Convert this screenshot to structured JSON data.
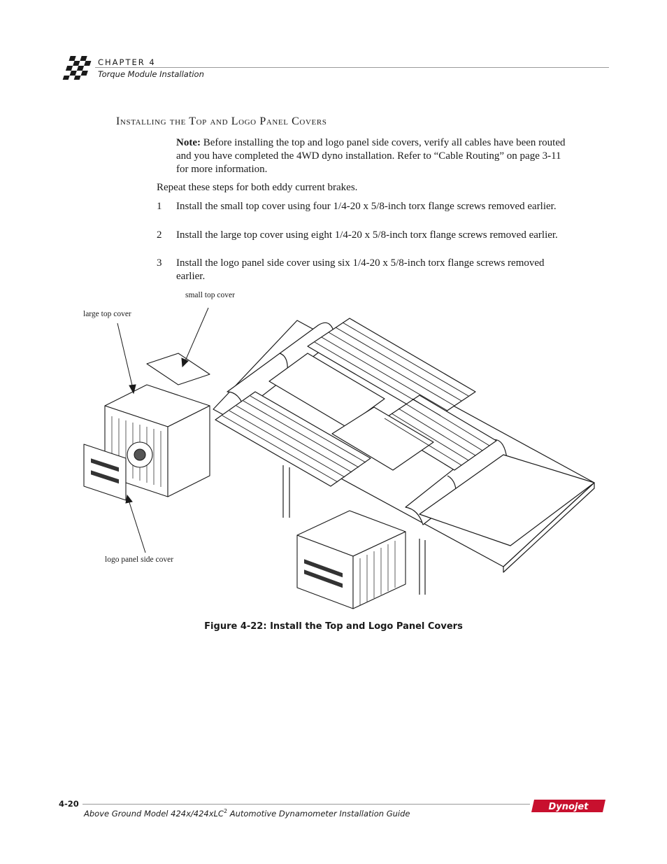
{
  "header": {
    "chapter_label": "CHAPTER 4",
    "chapter_subtitle": "Torque Module Installation"
  },
  "section": {
    "heading": "Installing the Top and Logo Panel Covers",
    "note_label": "Note:",
    "note_text": " Before installing the top and logo panel side covers, verify all cables have been routed and you have completed the 4WD dyno installation. Refer to “Cable Routing” on page 3-11 for more information.",
    "intro": "Repeat these steps for both eddy current brakes.",
    "steps": [
      {
        "num": "1",
        "text": "Install the small top cover using four 1/4-20 x 5/8-inch torx flange screws removed earlier."
      },
      {
        "num": "2",
        "text": "Install the large top cover using eight 1/4-20 x 5/8-inch torx flange screws removed earlier."
      },
      {
        "num": "3",
        "text": "Install the logo panel side cover using six 1/4-20 x 5/8-inch torx flange screws removed earlier."
      }
    ]
  },
  "figure": {
    "callouts": {
      "small_top_cover": "small top cover",
      "large_top_cover": "large top cover",
      "logo_panel_side_cover": "logo panel side cover"
    },
    "caption": "Figure 4-22: Install the Top and Logo Panel Covers"
  },
  "footer": {
    "page_number": "4-20",
    "title_prefix": "Above Ground Model 424x/424xLC",
    "title_superscript": "2",
    "title_suffix": " Automotive Dynamometer Installation Guide",
    "brand": "Dynojet"
  },
  "colors": {
    "brand_red": "#c8102e",
    "rule_gray": "#9a9a9a"
  }
}
